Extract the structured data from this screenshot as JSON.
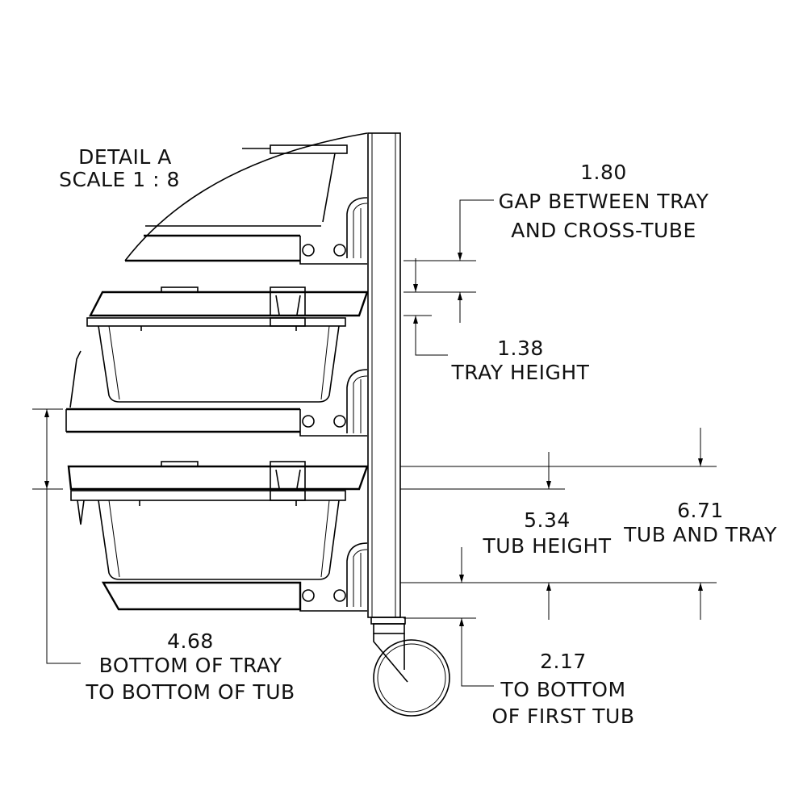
{
  "detail": {
    "title": "DETAIL A",
    "scale": "SCALE 1 : 8"
  },
  "dimensions": [
    {
      "value": "1.80",
      "label_lines": [
        "GAP BETWEEN TRAY",
        "AND CROSS-TUBE"
      ]
    },
    {
      "value": "1.38",
      "label_lines": [
        "TRAY HEIGHT"
      ]
    },
    {
      "value": "5.34",
      "label_lines": [
        "TUB HEIGHT"
      ]
    },
    {
      "value": "6.71",
      "label_lines": [
        "TUB AND TRAY"
      ]
    },
    {
      "value": "4.68",
      "label_lines": [
        "BOTTOM OF TRAY",
        "TO BOTTOM OF TUB"
      ]
    },
    {
      "value": "2.17",
      "label_lines": [
        "TO BOTTOM",
        "OF FIRST TUB"
      ]
    }
  ]
}
